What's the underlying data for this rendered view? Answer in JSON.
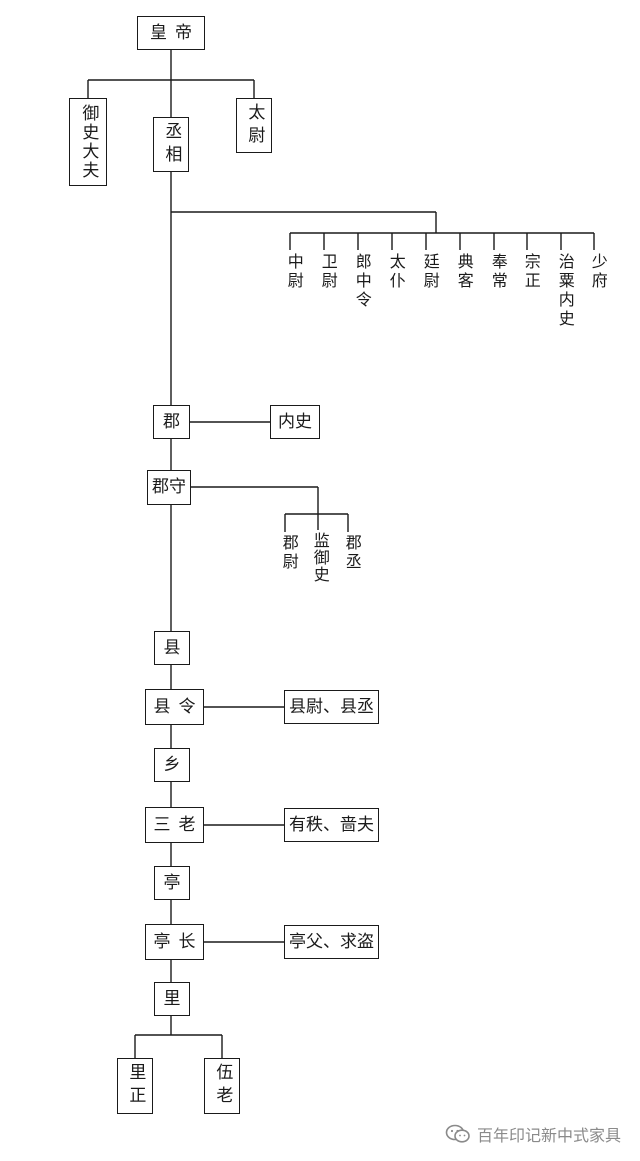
{
  "top": {
    "emperor": "皇帝"
  },
  "three_lords": {
    "censor": "御史大夫",
    "chancellor": "丞相",
    "commandant": "太尉"
  },
  "nine_ministers": [
    "中尉",
    "卫尉",
    "郎中令",
    "太仆",
    "廷尉",
    "典客",
    "奉常",
    "宗正",
    "治粟内史",
    "少府"
  ],
  "commandery": {
    "label": "郡",
    "capital": "内史",
    "governor": "郡守",
    "officials": [
      "郡尉",
      "监御史",
      "郡丞"
    ]
  },
  "county": {
    "label": "县",
    "magistrate": "县令",
    "officials": "县尉、县丞"
  },
  "township": {
    "label": "乡",
    "head": "三老",
    "officials": "有秩、啬夫"
  },
  "pavilion": {
    "label": "亭",
    "head": "亭长",
    "officials": "亭父、求盗"
  },
  "village": {
    "label": "里",
    "heads": [
      "里正",
      "伍老"
    ]
  },
  "watermark": {
    "text": "百年印记新中式家具",
    "icon": "wechat-icon"
  }
}
